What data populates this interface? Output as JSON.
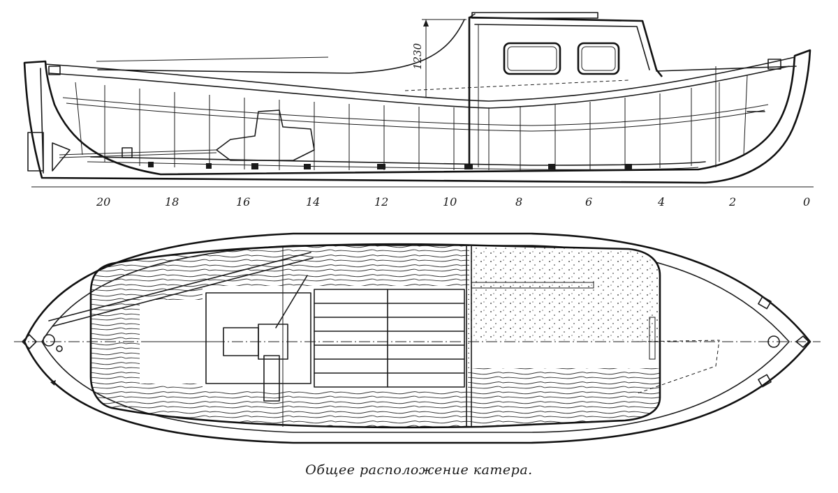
{
  "caption": "Общее расположение катера.",
  "dimension_label": "1230",
  "frame_numbers": [
    "20",
    "18",
    "16",
    "14",
    "12",
    "10",
    "8",
    "6",
    "4",
    "2",
    "0"
  ]
}
